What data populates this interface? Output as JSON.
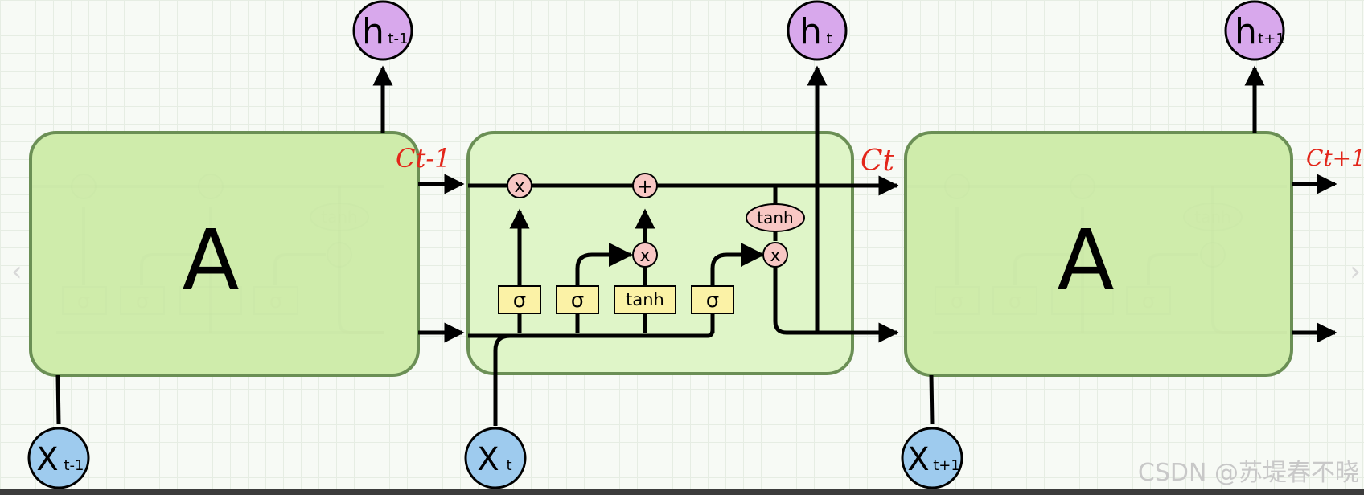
{
  "cells": {
    "left_label": "A",
    "right_label": "A"
  },
  "middle_cell": {
    "gate_sigma": "σ",
    "gate_tanh": "tanh",
    "op_mul": "x",
    "op_add": "+",
    "tanh_ellipse": "tanh"
  },
  "outputs": [
    {
      "main": "h",
      "sub": "t-1"
    },
    {
      "main": "h",
      "sub": "t"
    },
    {
      "main": "h",
      "sub": "t+1"
    }
  ],
  "inputs": [
    {
      "main": "X",
      "sub": "t-1"
    },
    {
      "main": "X",
      "sub": "t"
    },
    {
      "main": "X",
      "sub": "t+1"
    }
  ],
  "annotations": [
    "Ct-1",
    "Ct",
    "Ct+1"
  ],
  "watermark": "CSDN @苏堤春不晓",
  "nav": {
    "prev": "‹",
    "next": "›"
  },
  "colors": {
    "cell_fill": "#dff5c8",
    "cell_border": "#6b8f55",
    "gate_fill": "#fbf2a6",
    "op_fill": "#f8c7c4",
    "output_fill": "#d8a8ec",
    "input_fill": "#9ecbee",
    "annotation": "#e3261a"
  }
}
